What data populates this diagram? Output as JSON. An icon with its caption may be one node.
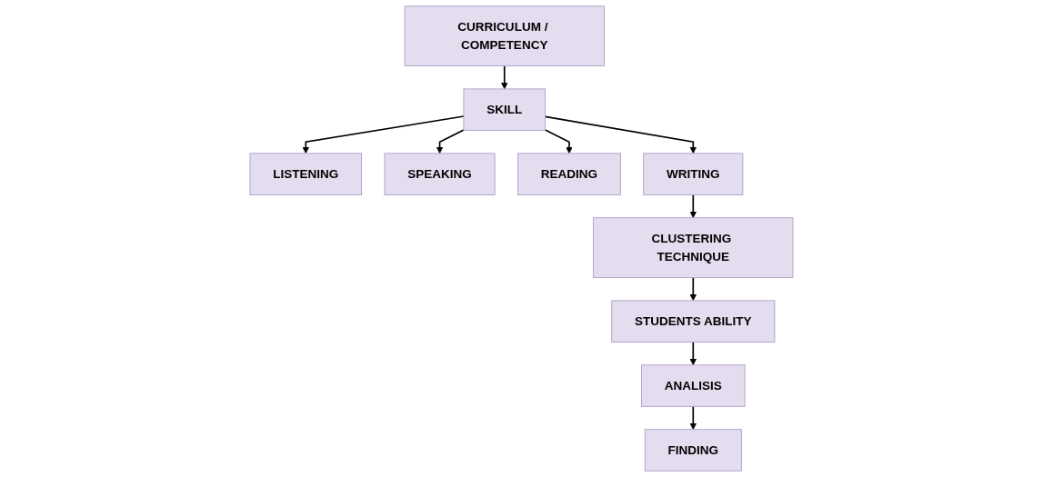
{
  "diagram": {
    "nodes": [
      {
        "text": [
          "CURRICULUM / COMPETENCY"
        ]
      },
      {
        "text": [
          "SKILL"
        ]
      },
      {
        "text": [
          "LISTENING"
        ]
      },
      {
        "text": [
          "SPEAKING"
        ]
      },
      {
        "text": [
          "READING"
        ]
      },
      {
        "text": [
          "WRITING"
        ]
      },
      {
        "text": [
          "CLUSTERING TECHNIQUE"
        ]
      },
      {
        "text": [
          "STUDENTS ABILITY"
        ]
      },
      {
        "text": [
          "ANALISIS"
        ]
      },
      {
        "text": [
          "FINDING"
        ]
      }
    ],
    "edges": [
      {
        "from": 0,
        "to": 1,
        "arrow": "to"
      },
      {
        "from": 1,
        "to": 2,
        "arrow": "to"
      },
      {
        "from": 1,
        "to": 3,
        "arrow": "to"
      },
      {
        "from": 1,
        "to": 4,
        "arrow": "to"
      },
      {
        "from": 1,
        "to": 5,
        "arrow": "to"
      },
      {
        "from": 5,
        "to": 6,
        "arrow": "to"
      },
      {
        "from": 6,
        "to": 7,
        "arrow": "to"
      },
      {
        "from": 7,
        "to": 8,
        "arrow": "to"
      },
      {
        "from": 8,
        "to": 9,
        "arrow": "to"
      }
    ]
  }
}
